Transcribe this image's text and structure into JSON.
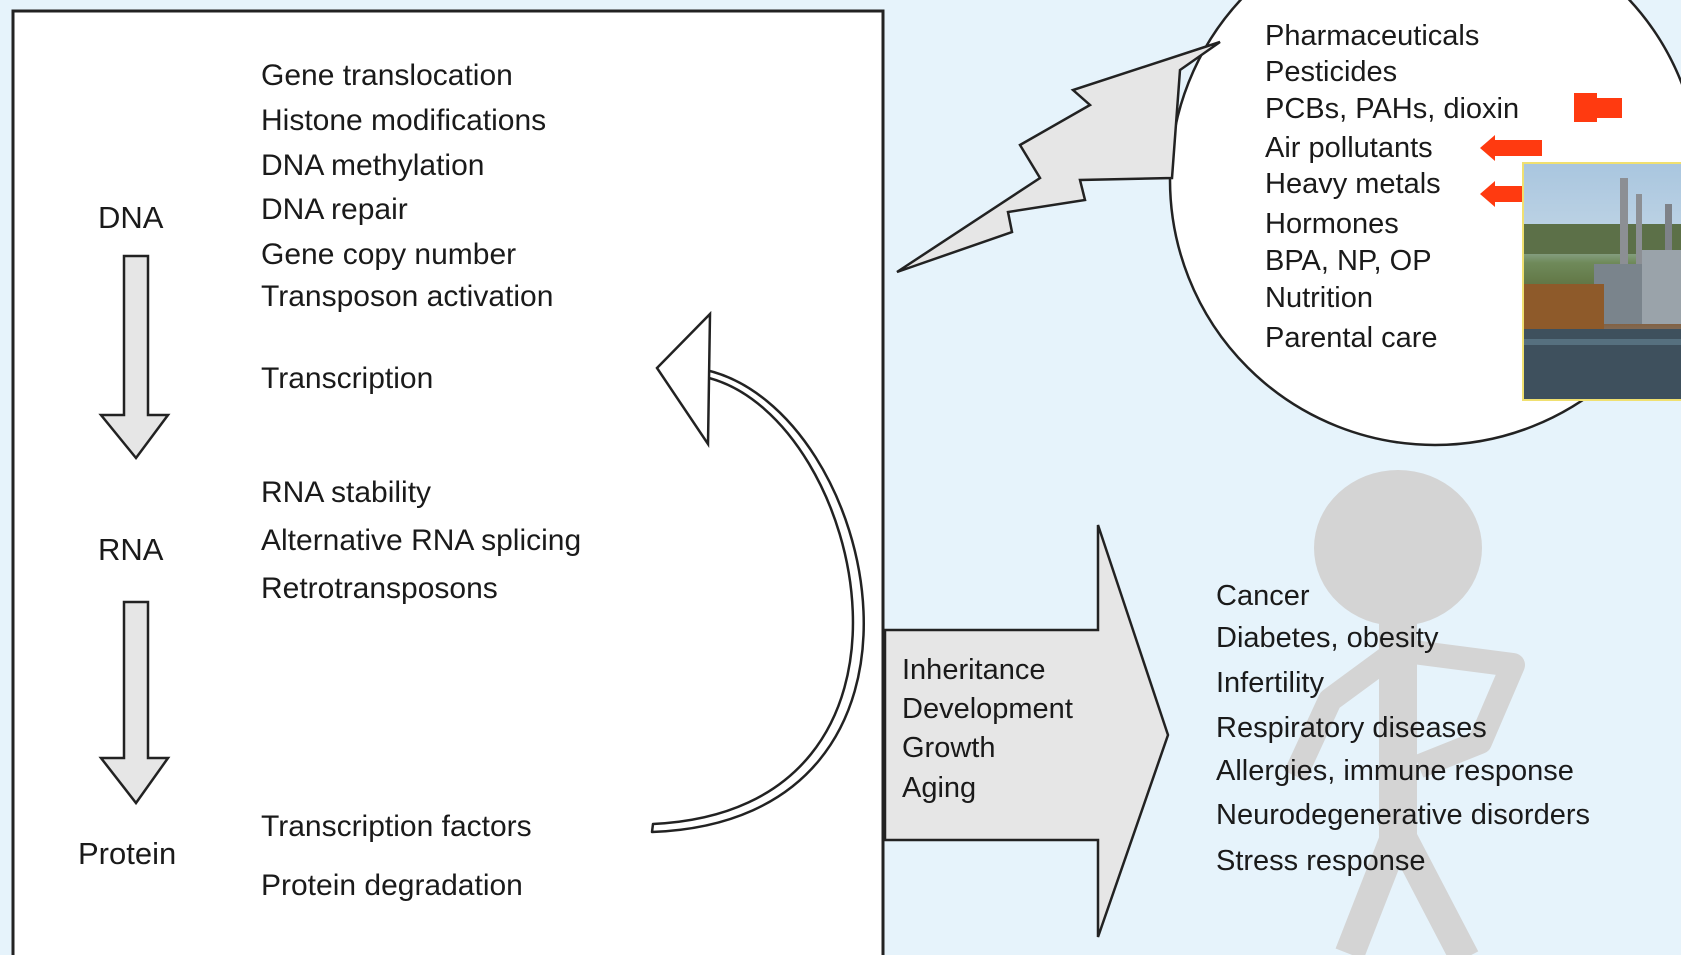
{
  "gene_panel": {
    "stages": {
      "dna": "DNA",
      "rna": "RNA",
      "protein": "Protein"
    },
    "dna_mechanisms": [
      "Gene translocation",
      "Histone modifications",
      "DNA methylation",
      "DNA repair",
      "Gene copy number",
      "Transposon activation"
    ],
    "transcription": "Transcription",
    "rna_mechanisms": [
      "RNA stability",
      "Alternative RNA splicing",
      "Retrotransposons"
    ],
    "protein_mechanisms": [
      "Transcription factors",
      "Protein degradation"
    ]
  },
  "environmental_agents": [
    "Pharmaceuticals",
    "Pesticides",
    "PCBs, PAHs, dioxin",
    "Air pollutants",
    "Heavy metals",
    "Hormones",
    "BPA, NP, OP",
    "Nutrition",
    "Parental care"
  ],
  "highlighted_agents": [
    "PCBs, PAHs, dioxin",
    "Air pollutants",
    "Heavy metals"
  ],
  "life_processes": [
    "Inheritance",
    "Development",
    "Growth",
    "Aging"
  ],
  "outcomes": [
    "Cancer",
    "Diabetes, obesity",
    "Infertility",
    "Respiratory diseases",
    "Allergies, immune response",
    "Neurodegenerative disorders",
    "Stress response"
  ],
  "colors": {
    "background": "#e6f3fb",
    "highlight_arrow": "#ff3a10",
    "arrow_fill": "#e6e6e6",
    "figure": "#d2d2d2"
  },
  "icons": {
    "lightning": "lightning-bolt-icon",
    "photo": "power-plant-photo",
    "figure": "human-silhouette-icon"
  }
}
